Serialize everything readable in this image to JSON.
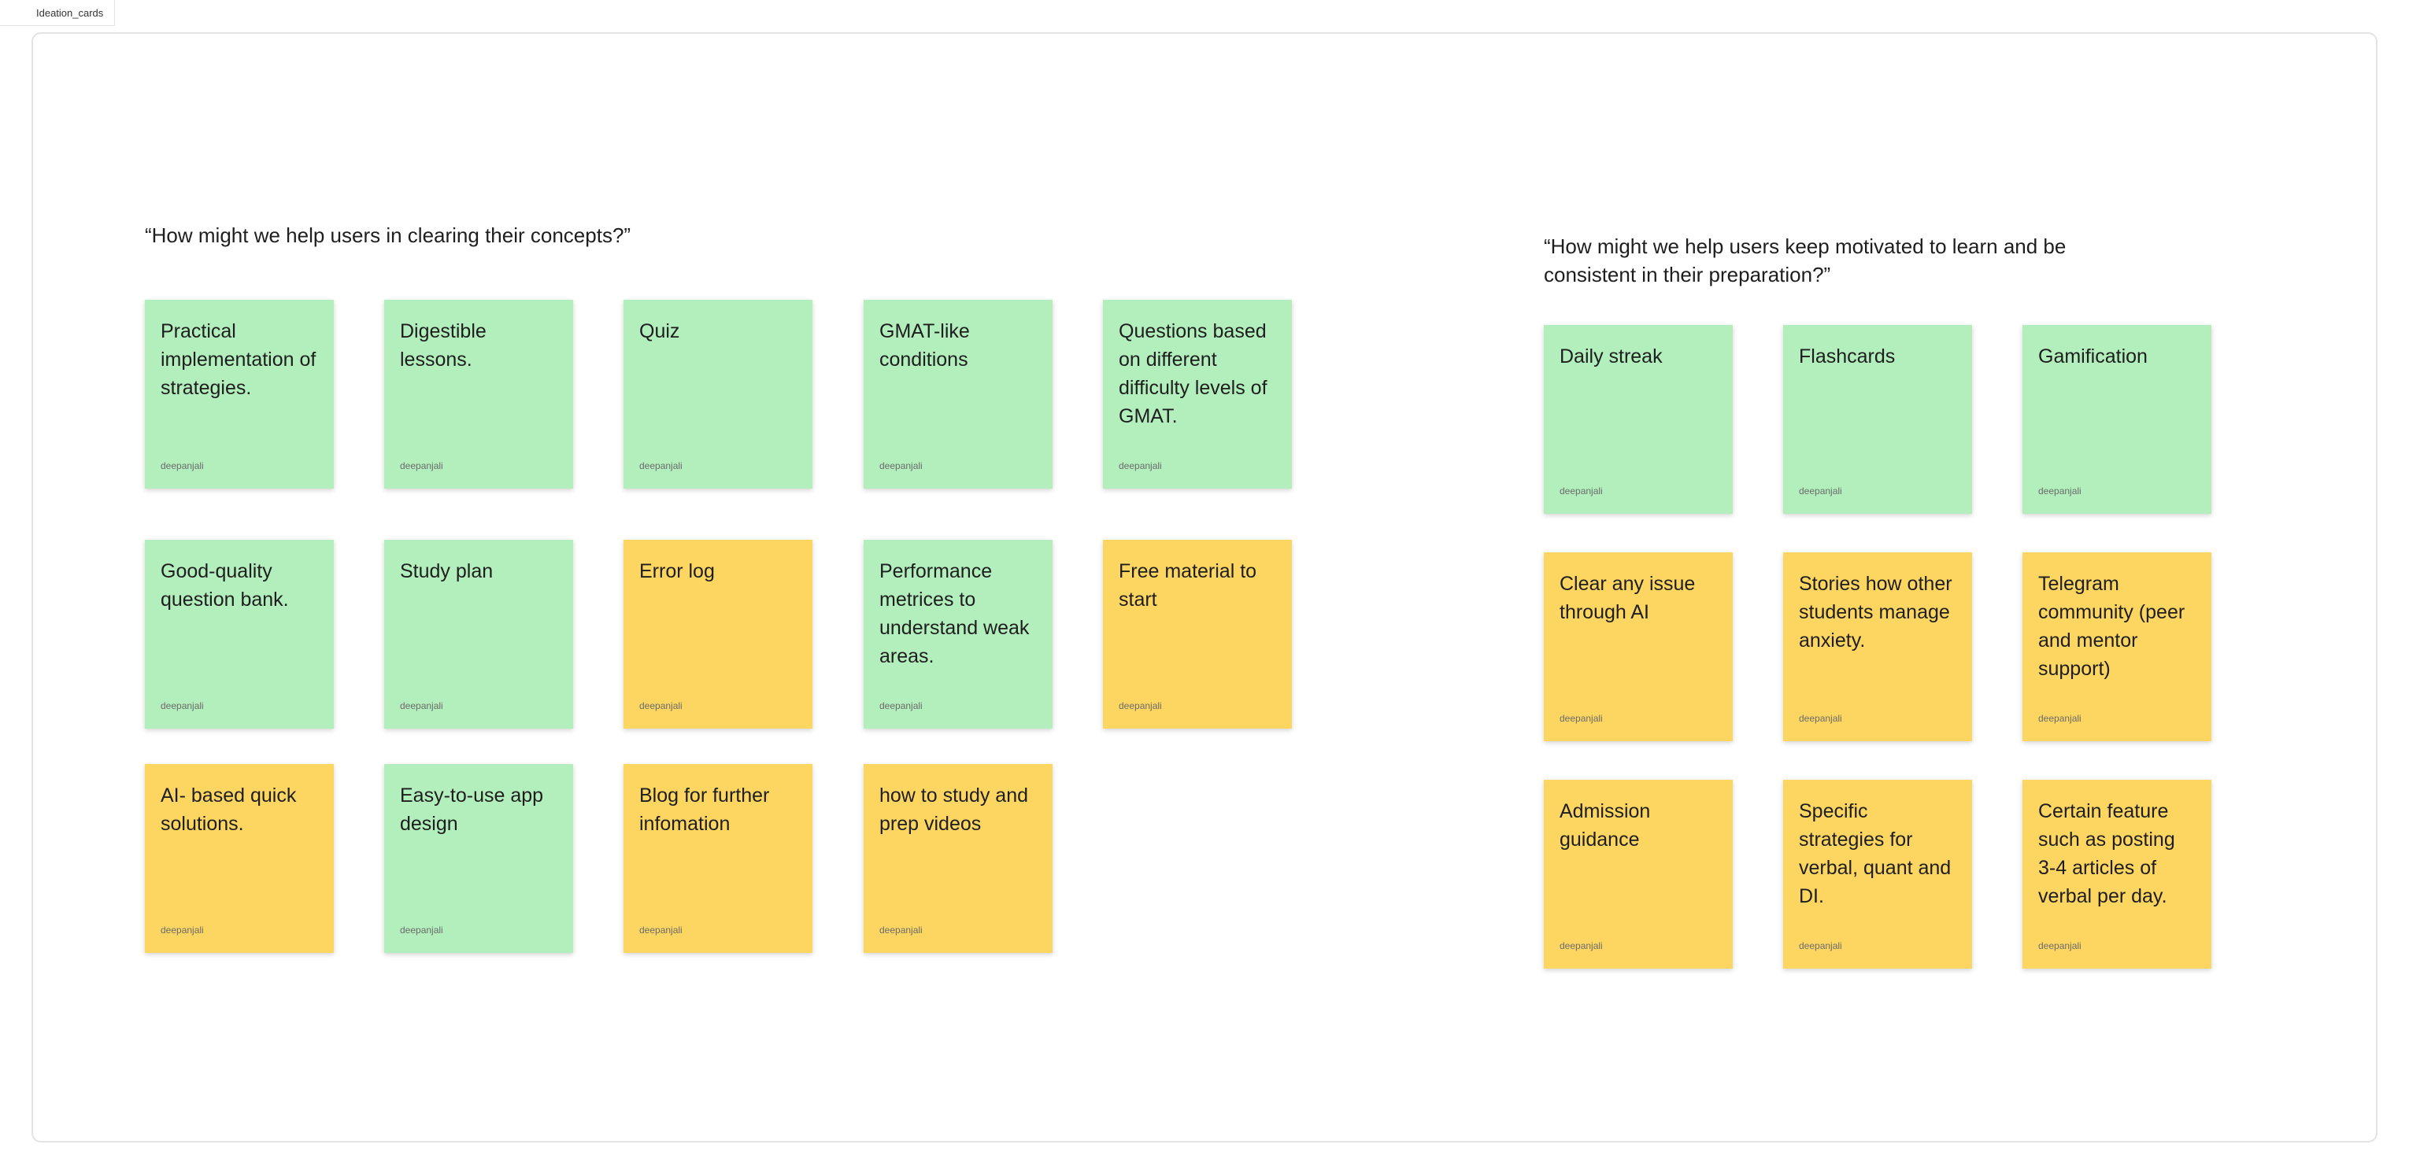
{
  "frame_label": "Ideation_cards",
  "sections": [
    {
      "question": "“How might we help users in clearing their concepts?”",
      "cards": [
        {
          "text": "Practical implementation of strategies.",
          "author": "deepanjali",
          "color": "#b3efbd"
        },
        {
          "text": "Digestible lessons.",
          "author": "deepanjali",
          "color": "#b3efbd"
        },
        {
          "text": "Quiz",
          "author": "deepanjali",
          "color": "#b3efbd"
        },
        {
          "text": "GMAT-like conditions",
          "author": "deepanjali",
          "color": "#b3efbd"
        },
        {
          "text": "Questions based on different difficulty levels of GMAT.",
          "author": "deepanjali",
          "color": "#b3efbd"
        },
        {
          "text": "Good-quality question bank.",
          "author": "deepanjali",
          "color": "#b3efbd"
        },
        {
          "text": "Study plan",
          "author": "deepanjali",
          "color": "#b3efbd"
        },
        {
          "text": "Error log",
          "author": "deepanjali",
          "color": "#fdd661"
        },
        {
          "text": "Performance metrices to understand weak areas.",
          "author": "deepanjali",
          "color": "#b3efbd"
        },
        {
          "text": "Free material to start",
          "author": "deepanjali",
          "color": "#fdd661"
        },
        {
          "text": "AI- based quick solutions.",
          "author": "deepanjali",
          "color": "#fdd661"
        },
        {
          "text": "Easy-to-use app design",
          "author": "deepanjali",
          "color": "#b3efbd"
        },
        {
          "text": "Blog for further infomation",
          "author": "deepanjali",
          "color": "#fdd661"
        },
        {
          "text": "how to study and prep videos",
          "author": "deepanjali",
          "color": "#fdd661"
        }
      ]
    },
    {
      "question": "“How might we help users keep motivated to learn and be consistent in their preparation?”",
      "cards": [
        {
          "text": "Daily streak",
          "author": "deepanjali",
          "color": "#b3efbd"
        },
        {
          "text": "Flashcards",
          "author": "deepanjali",
          "color": "#b3efbd"
        },
        {
          "text": "Gamification",
          "author": "deepanjali",
          "color": "#b3efbd"
        },
        {
          "text": "Clear any issue through AI",
          "author": "deepanjali",
          "color": "#fdd661"
        },
        {
          "text": "Stories how other students manage anxiety.",
          "author": "deepanjali",
          "color": "#fdd661"
        },
        {
          "text": "Telegram community (peer and mentor support)",
          "author": "deepanjali",
          "color": "#fdd661"
        },
        {
          "text": "Admission guidance",
          "author": "deepanjali",
          "color": "#fdd661"
        },
        {
          "text": "Specific strategies for verbal, quant and DI.",
          "author": "deepanjali",
          "color": "#fdd661"
        },
        {
          "text": "Certain feature such as posting 3-4 articles of verbal per day.",
          "author": "deepanjali",
          "color": "#fdd661"
        }
      ]
    }
  ]
}
